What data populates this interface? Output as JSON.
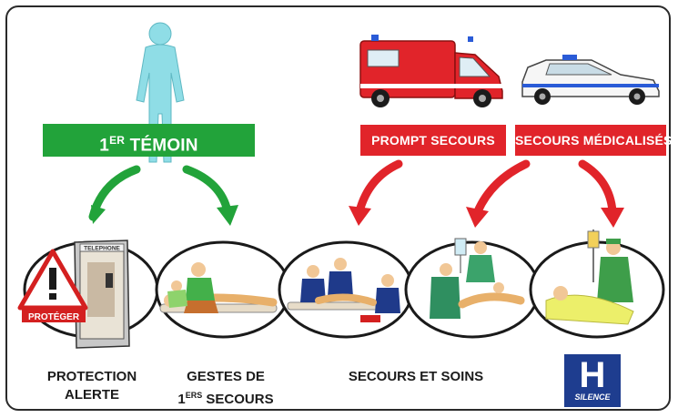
{
  "banners": {
    "temoin_number": "1",
    "temoin_sup": "ER",
    "temoin_word": "TÉMOIN",
    "prompt": "PROMPT SECOURS",
    "medicalises": "SECOURS MÉDICALISÉS"
  },
  "phone_booth": {
    "sign": "TELEPHONE"
  },
  "warning_sign": {
    "label": "PROTÉGER"
  },
  "captions": {
    "protection_line1": "PROTECTION",
    "protection_line2": "ALERTE",
    "gestes_line1": "GESTES DE",
    "gestes_num": "1",
    "gestes_sup": "ERS",
    "gestes_word": "SECOURS",
    "secours": "SECOURS ET SOINS"
  },
  "hospital_sign": {
    "letter": "H",
    "label": "SILENCE"
  },
  "colors": {
    "green": "#22a33a",
    "red": "#e1242a",
    "hospital_blue": "#1e3d8f",
    "person": "#8fdde6"
  }
}
